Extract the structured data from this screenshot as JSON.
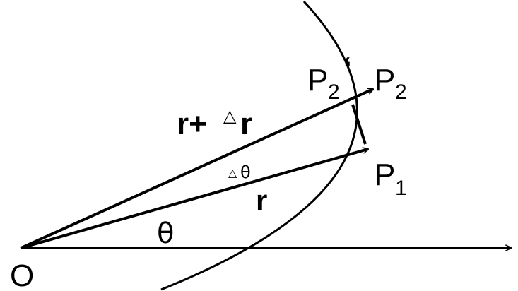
{
  "diagram": {
    "labels": {
      "origin": "O",
      "theta": "θ",
      "delta_theta": "θ",
      "delta_symbol": "△",
      "r": "r",
      "r_plus_delta_r": {
        "r": "r",
        "plus": "+",
        "delta": "△",
        "r2": "r"
      },
      "p1": {
        "base": "P",
        "sub": "1"
      },
      "p2": {
        "base": "P",
        "sub": "2"
      },
      "p2_prime": {
        "base": "P",
        "sub": "2",
        "prime": "‘"
      }
    },
    "colors": {
      "stroke": "#000000",
      "background": "#ffffff"
    }
  }
}
